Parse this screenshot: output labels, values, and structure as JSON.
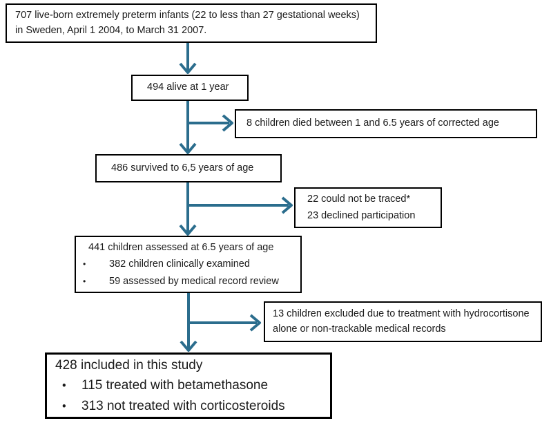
{
  "flowchart": {
    "bullet_char": "•",
    "colors": {
      "arrow": "#2b6d8d",
      "box_border": "#000000",
      "background": "#ffffff",
      "text": "#1a1a1a"
    },
    "boxes": {
      "source": {
        "text": "707 live-born extremely preterm infants (22 to less than 27 gestational weeks) in Sweden, April 1 2004, to March 31 2007."
      },
      "alive_one_year": {
        "text": "494 alive at 1 year"
      },
      "died": {
        "text": "8 children died between 1 and 6.5 years of corrected age"
      },
      "survived": {
        "text": "486 survived to 6,5 years of age"
      },
      "not_traced": {
        "lines": [
          "22 could not be traced*",
          "23 declined participation"
        ]
      },
      "assessed": {
        "heading": "441 children assessed at 6.5 years of age",
        "bullets": [
          "382 children clinically examined",
          "59 assessed by medical record review"
        ]
      },
      "excluded": {
        "text": "13 children excluded due to treatment with hydrocortisone alone or non-trackable medical records"
      },
      "included": {
        "heading": "428 included in this study",
        "bullets": [
          "115 treated with betamethasone",
          "313 not treated with corticosteroids"
        ]
      }
    }
  }
}
